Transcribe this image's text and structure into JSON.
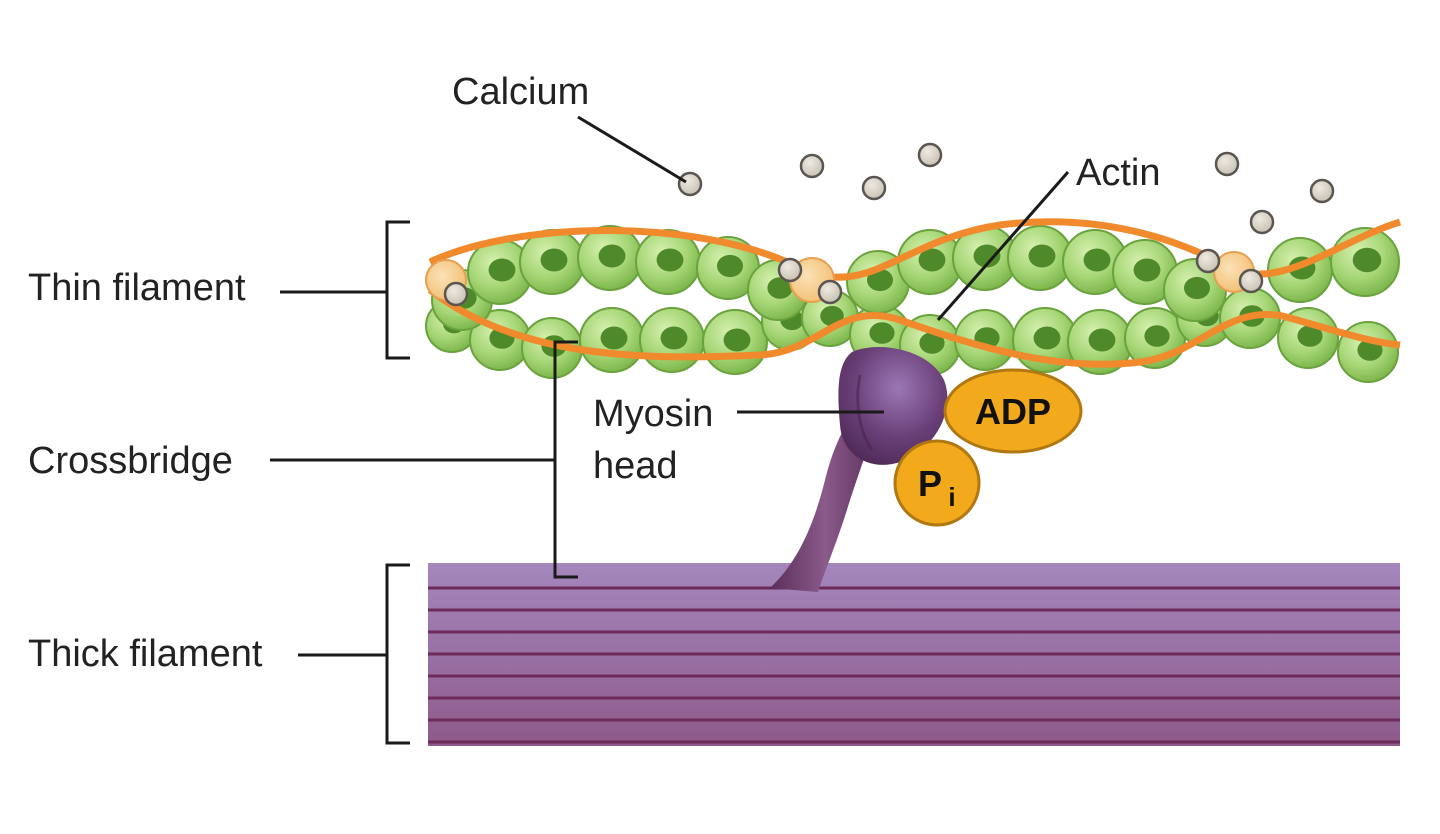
{
  "labels": {
    "calcium": "Calcium",
    "actin": "Actin",
    "thin_filament": "Thin filament",
    "crossbridge": "Crossbridge",
    "thick_filament": "Thick filament",
    "myosin_head_line1": "Myosin",
    "myosin_head_line2": "head",
    "adp": "ADP",
    "pi_main": "P",
    "pi_sub": "i"
  },
  "colors": {
    "actin_light": "#b9e08a",
    "actin_mid": "#8cc45a",
    "actin_nucleus": "#4f8a2a",
    "tropomyosin": "#f08a2c",
    "troponin": "#f7cf8e",
    "calcium": "#d7d1c4",
    "myosin": "#6e3a6a",
    "thick_light": "#9c7fb4",
    "thick_dark": "#7a3d69",
    "phosphate_yellow": "#f3a91c"
  }
}
